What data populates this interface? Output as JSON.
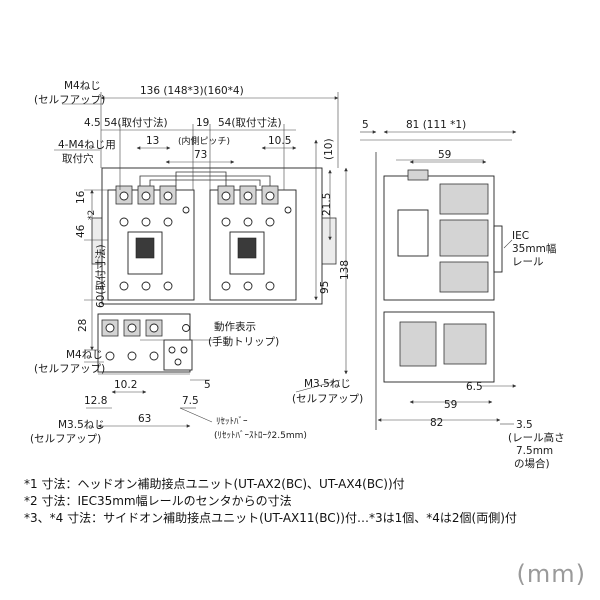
{
  "labels": {
    "m4_screw_top_1": "M4ねじ",
    "m4_screw_top_2": "(セルフアップ)",
    "mount_holes_1": "4-M4ねじ用",
    "mount_holes_2": "取付穴",
    "dim_136": "136 (148*3)(160*4)",
    "dim_4_5": "4.5",
    "dim_54a": "54(取付寸法)",
    "dim_19": "19",
    "dim_54b": "54(取付寸法)",
    "dim_13": "13",
    "dim_inner_pitch": "(内側ピッチ)",
    "dim_10_5": "10.5",
    "dim_73": "73",
    "dim_10": "(10)",
    "dim_16": "16",
    "dim_46": "46",
    "dim_2star": "*2",
    "dim_60": "60(取付寸法)",
    "dim_28": "28",
    "dim_21_5": "21.5",
    "dim_95": "95",
    "dim_138": "138",
    "operation_1": "動作表示",
    "operation_2": "(手動トリップ)",
    "m4_screw_left_1": "M4ねじ",
    "m4_screw_left_2": "(セルフアップ)",
    "dim_10_2": "10.2",
    "dim_5": "5",
    "dim_12_8": "12.8",
    "dim_7_5": "7.5",
    "dim_63": "63",
    "m35_left_1": "M3.5ねじ",
    "m35_left_2": "(セルフアップ)",
    "reset_1": "ﾘｾｯﾄﾊﾞｰ",
    "reset_2": "(ﾘｾｯﾄﾊﾞｰｽﾄﾛｰｸ2.5mm)",
    "m35_right_1": "M3.5ねじ",
    "m35_right_2": "(セルフアップ)",
    "dim_5_side": "5",
    "dim_81": "81 (111 *1)",
    "dim_59_top": "59",
    "iec_1": "IEC",
    "iec_2": "35mm幅",
    "iec_3": "レール",
    "dim_6_5": "6.5",
    "dim_59_bottom": "59",
    "dim_82": "82",
    "dim_3_5": "3.5",
    "rail_h_1": "(レール高さ",
    "rail_h_2": "7.5mm",
    "rail_h_3": "の場合)"
  },
  "notes": {
    "n1": "*1 寸法：ヘッドオン補助接点ユニット(UT-AX2(BC)、UT-AX4(BC))付",
    "n2": "*2 寸法：IEC35mm幅レールのセンタからの寸法",
    "n3": "*3、*4 寸法：サイドオン補助接点ユニット(UT-AX11(BC))付…*3は1個、*4は2個(両側)付"
  },
  "unit": "(mm)"
}
